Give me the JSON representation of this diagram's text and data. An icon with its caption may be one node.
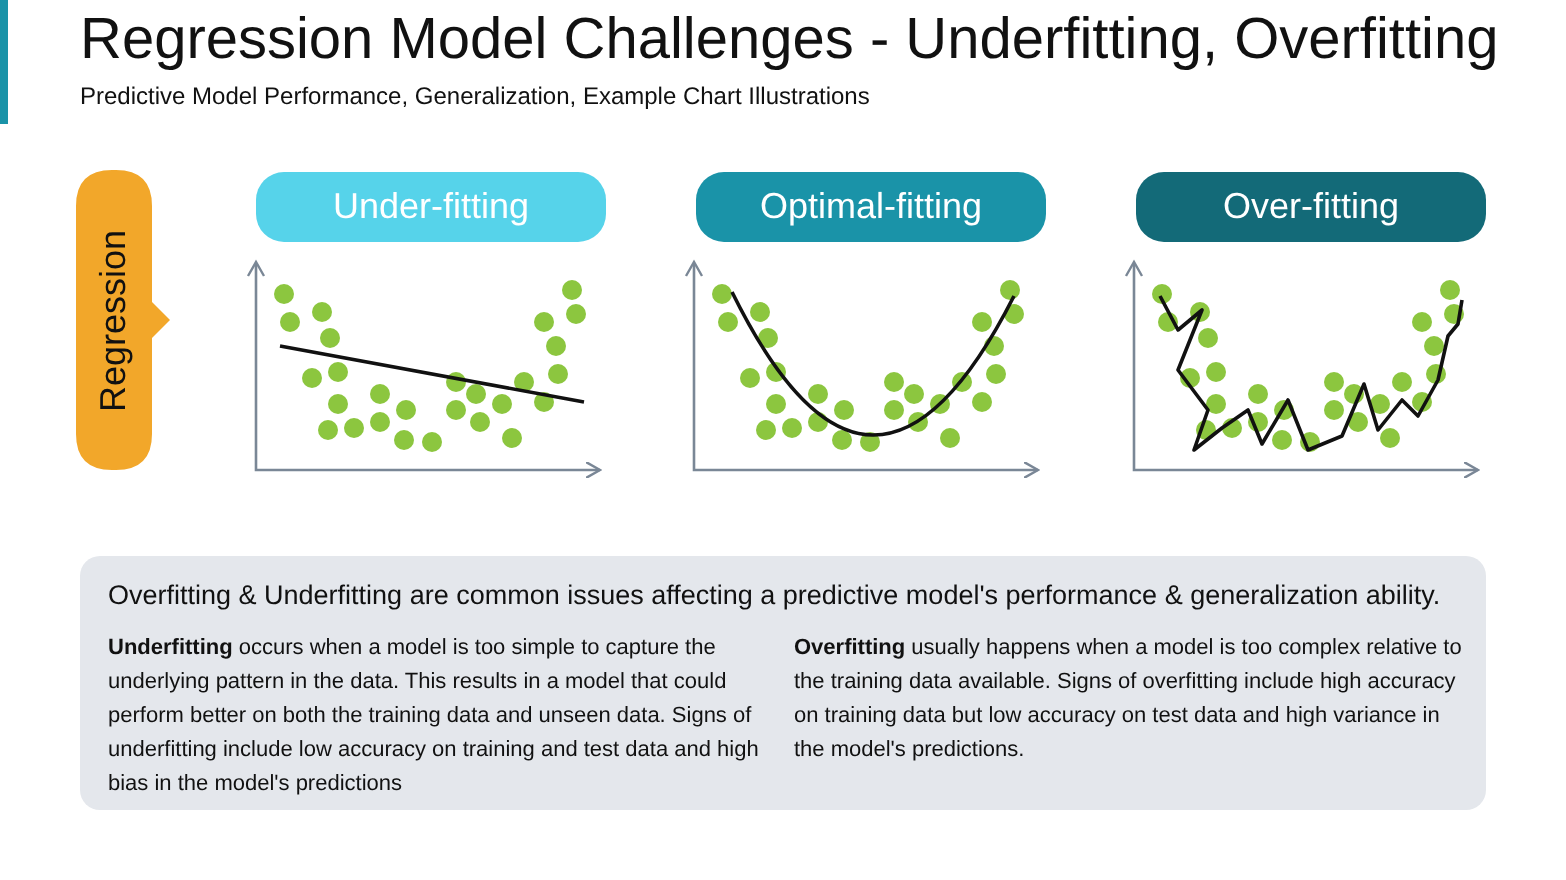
{
  "diagram": {
    "title": "Regression Model Challenges - Underfitting, Overfitting",
    "nodes": [
      {
        "text": [
          "Regression"
        ]
      },
      {
        "text": [
          "Under-fitting"
        ]
      },
      {
        "text": [
          "Optimal-fitting"
        ]
      },
      {
        "text": [
          "Over-fitting"
        ]
      },
      {
        "text": [
          "Overfitting & Underfitting are common issues affecting a predictive model's performance & generalization ability.",
          "**Underfitting** occurs when a model is too simple to capture the underlying pattern in the data. This results in a model that could perform better on both the training data and unseen data. Signs of underfitting include low accuracy on training and test data and high bias in the model's predictions",
          "**Overfitting** usually happens when a model is too complex relative to the training data available. Signs of overfitting include high accuracy on training data but low accuracy on test data and high variance in the model's predictions."
        ]
      }
    ],
    "labels": [
      "Predictive Model Performance, Generalization, Example Chart Illustrations"
    ]
  }
}
